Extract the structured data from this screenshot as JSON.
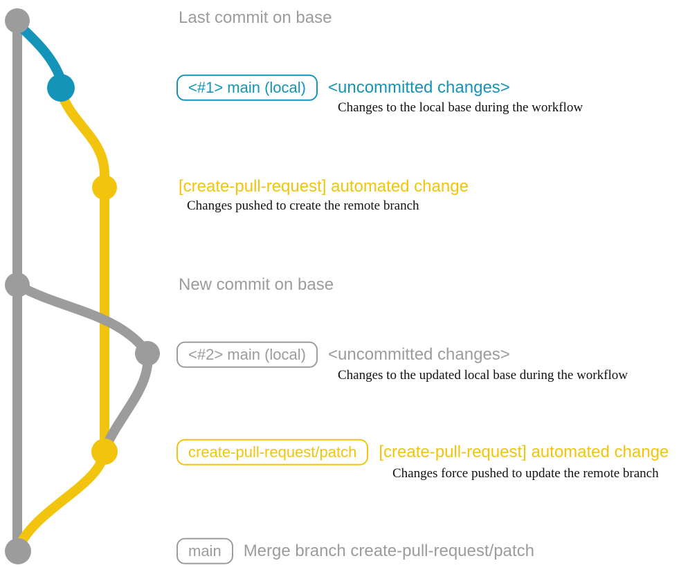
{
  "colors": {
    "gray": "#9c9c9c",
    "teal": "#1494b8",
    "yellow": "#f2c40e",
    "text_dark": "#111111",
    "background": "#ffffff"
  },
  "graph": {
    "branches": [
      {
        "name": "base",
        "color_key": "gray"
      },
      {
        "name": "main (local)",
        "color_key": "teal"
      },
      {
        "name": "create-pull-request/patch",
        "color_key": "yellow"
      }
    ]
  },
  "rows": {
    "last_commit": {
      "message": "Last commit on base"
    },
    "commit1": {
      "branch_label": "<#1> main (local)",
      "message": "<uncommitted changes>",
      "description": "Changes to the local base during the workflow"
    },
    "push1": {
      "message": "[create-pull-request] automated change",
      "description": "Changes pushed to create the remote branch"
    },
    "new_commit": {
      "message": "New commit on base"
    },
    "commit2": {
      "branch_label": "<#2> main (local)",
      "message": "<uncommitted changes>",
      "description": "Changes to the updated local base during the workflow"
    },
    "push2": {
      "branch_label": "create-pull-request/patch",
      "message": "[create-pull-request] automated change",
      "description": "Changes force pushed to update the remote branch"
    },
    "merge": {
      "branch_label": "main",
      "message": "Merge branch create-pull-request/patch"
    }
  }
}
